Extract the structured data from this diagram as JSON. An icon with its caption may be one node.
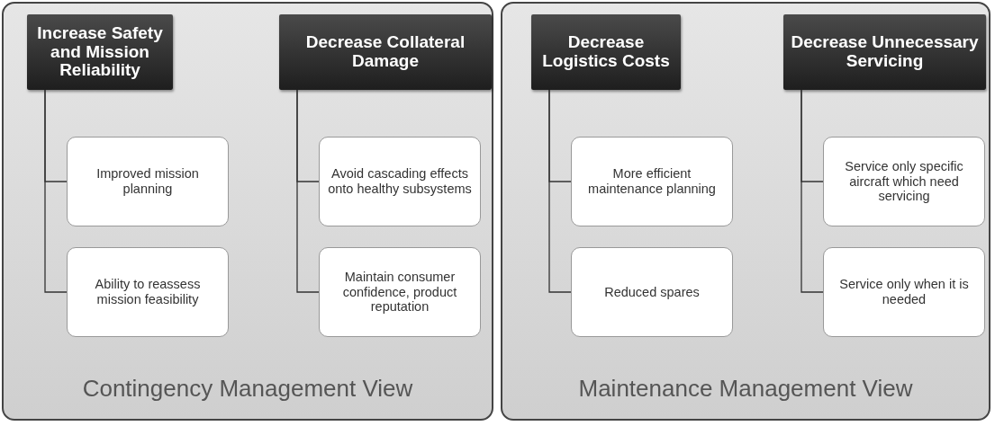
{
  "diagram": {
    "nodes": [
      {
        "text": [
          "Contingency Management View"
        ]
      },
      {
        "text": [
          "Increase Safety and Mission Reliability"
        ],
        "in": 0
      },
      {
        "text": [
          "Improved mission planning"
        ],
        "in": 0
      },
      {
        "text": [
          "Ability to reassess mission feasibility"
        ],
        "in": 0
      },
      {
        "text": [
          "Decrease Collateral Damage"
        ],
        "in": 0
      },
      {
        "text": [
          "Avoid cascading effects onto healthy subsystems"
        ],
        "in": 0
      },
      {
        "text": [
          "Maintain consumer confidence, product reputation"
        ],
        "in": 0
      },
      {
        "text": [
          "Maintenance Management View"
        ]
      },
      {
        "text": [
          "Decrease Logistics Costs"
        ],
        "in": 7
      },
      {
        "text": [
          "More efficient maintenance planning"
        ],
        "in": 7
      },
      {
        "text": [
          "Reduced spares"
        ],
        "in": 7
      },
      {
        "text": [
          "Decrease Unnecessary Servicing"
        ],
        "in": 7
      },
      {
        "text": [
          "Service only specific aircraft which need servicing"
        ],
        "in": 7
      },
      {
        "text": [
          "Service only when it is needed"
        ],
        "in": 7
      }
    ],
    "edges": [
      {
        "from": 1,
        "to": 2,
        "arrow": "none"
      },
      {
        "from": 1,
        "to": 3,
        "arrow": "none"
      },
      {
        "from": 4,
        "to": 5,
        "arrow": "none"
      },
      {
        "from": 4,
        "to": 6,
        "arrow": "none"
      },
      {
        "from": 8,
        "to": 9,
        "arrow": "none"
      },
      {
        "from": 8,
        "to": 10,
        "arrow": "none"
      },
      {
        "from": 11,
        "to": 12,
        "arrow": "none"
      },
      {
        "from": 11,
        "to": 13,
        "arrow": "none"
      }
    ]
  }
}
